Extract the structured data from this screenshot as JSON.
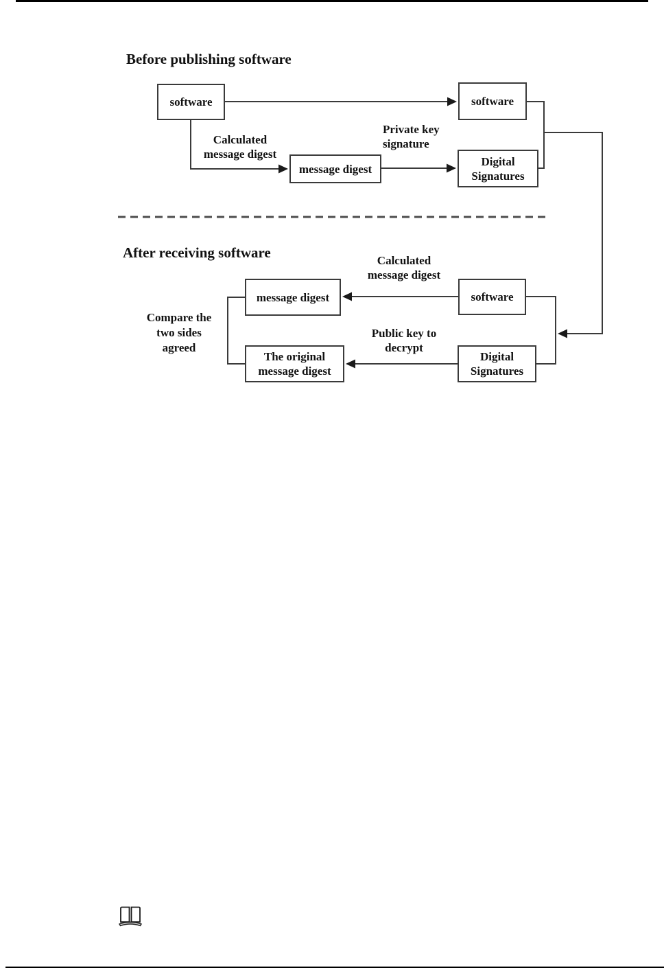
{
  "colors": {
    "line": "#3a3a3a",
    "dashed_divider": "#4d4d4d",
    "text": "#111111",
    "background": "#ffffff"
  },
  "before": {
    "title": "Before publishing software",
    "box_software_source": "software",
    "box_software_dest": "software",
    "box_message_digest": "message digest",
    "box_digital_signatures": "Digital\nSignatures",
    "label_calculated": "Calculated\nmessage digest",
    "label_private_key": "Private key\nsignature"
  },
  "after": {
    "title": "After receiving software",
    "box_message_digest": "message digest",
    "box_software": "software",
    "box_original_digest": "The original\nmessage digest",
    "box_digital_signatures": "Digital\nSignatures",
    "label_calculated": "Calculated\nmessage digest",
    "label_public_key": "Public key to\ndecrypt",
    "label_compare": "Compare the\ntwo sides\nagreed"
  },
  "icons": {
    "note": "open-book-icon"
  }
}
